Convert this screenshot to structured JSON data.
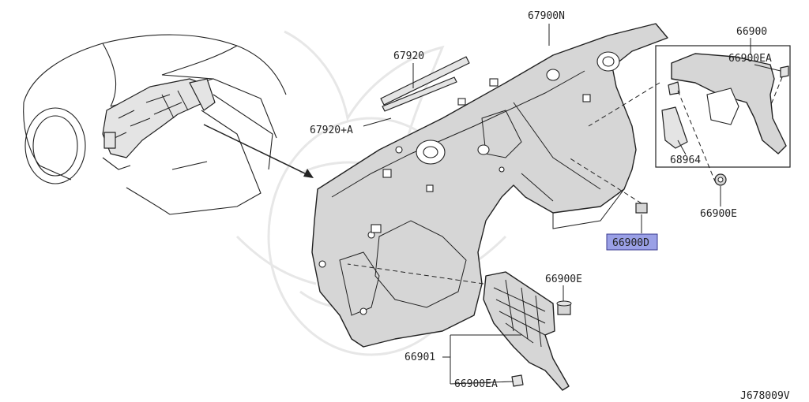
{
  "diagram": {
    "code": "J678009V",
    "callouts": {
      "part_67900N": "67900N",
      "part_67920": "67920",
      "part_67920A": "67920+A",
      "part_66900": "66900",
      "part_66900EA_top": "66900EA",
      "part_68964": "68964",
      "part_66900E_right": "66900E",
      "part_66900D": "66900D",
      "part_66900E_mid": "66900E",
      "part_66901": "66901",
      "part_66900EA_bottom": "66900EA"
    },
    "highlight_color": "#9aa0e6"
  }
}
